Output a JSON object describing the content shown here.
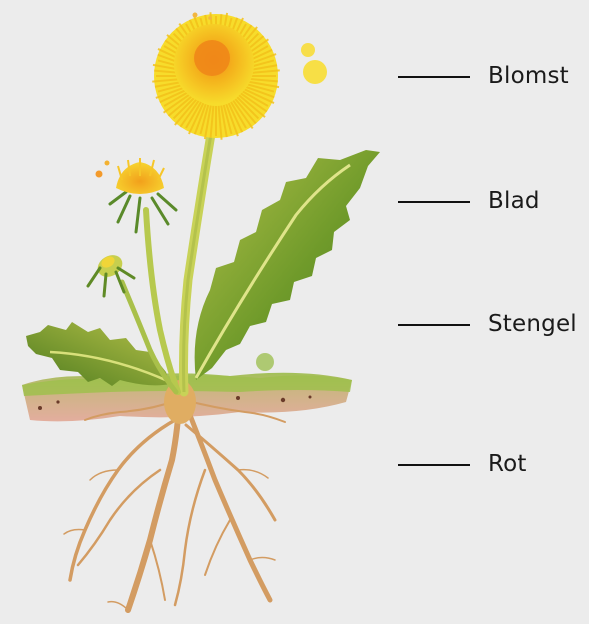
{
  "labels": [
    {
      "id": "flower",
      "text": "Blomst"
    },
    {
      "id": "leaf",
      "text": "Blad"
    },
    {
      "id": "stem",
      "text": "Stengel"
    },
    {
      "id": "root",
      "text": "Rot"
    }
  ],
  "colors": {
    "paper": "#ebebeb",
    "petal": "#f6d21e",
    "petal_center": "#f08a1a",
    "stem": "#b9c94a",
    "leaf": "#6f9a2a",
    "leaf_light": "#a9bf43",
    "soil": "#d9a88e",
    "grass": "#9bbd4a",
    "root": "#d8a46a",
    "line": "#111111"
  }
}
